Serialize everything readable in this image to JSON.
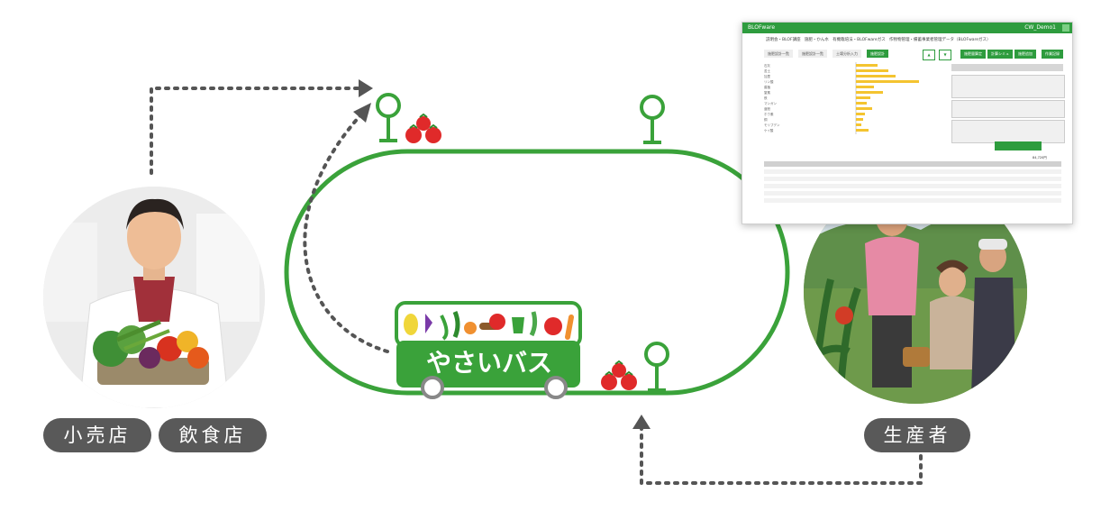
{
  "labels": {
    "retail": "小売店",
    "restaurant": "飲食店",
    "producer": "生産者",
    "bus": "やさいバス"
  },
  "colors": {
    "green": "#3aa23a",
    "pill": "#595959",
    "dots": "#555555",
    "tomato": "#e02a2a"
  },
  "screenshot": {
    "app_name": "BLOFware",
    "user": "CW_Demo1",
    "nav": [
      "説明会・BLOF講座",
      "施肥・かん水",
      "有機栽培法・BLOFwareガス",
      "作物物管理・備蓄事業者管理データ（BLOFwareガス）"
    ],
    "steps": [
      "施肥設計一覧",
      "施肥設計一覧",
      "土壌分析入力",
      "施肥設計"
    ],
    "action_buttons": [
      "施肥量算定",
      "計算シミュ",
      "施肥追加",
      "作業記録"
    ],
    "items_left": [
      "石灰",
      "苦土",
      "加里",
      "リン酸",
      "腐植",
      "窒素",
      "鉄",
      "マンガン",
      "亜鉛",
      "ホウ素",
      "銅",
      "モリブデン",
      "ケイ酸"
    ],
    "summary": {
      "total": "84,720円"
    }
  },
  "icons": [
    "bus-stop-icon",
    "tomato-icon"
  ]
}
